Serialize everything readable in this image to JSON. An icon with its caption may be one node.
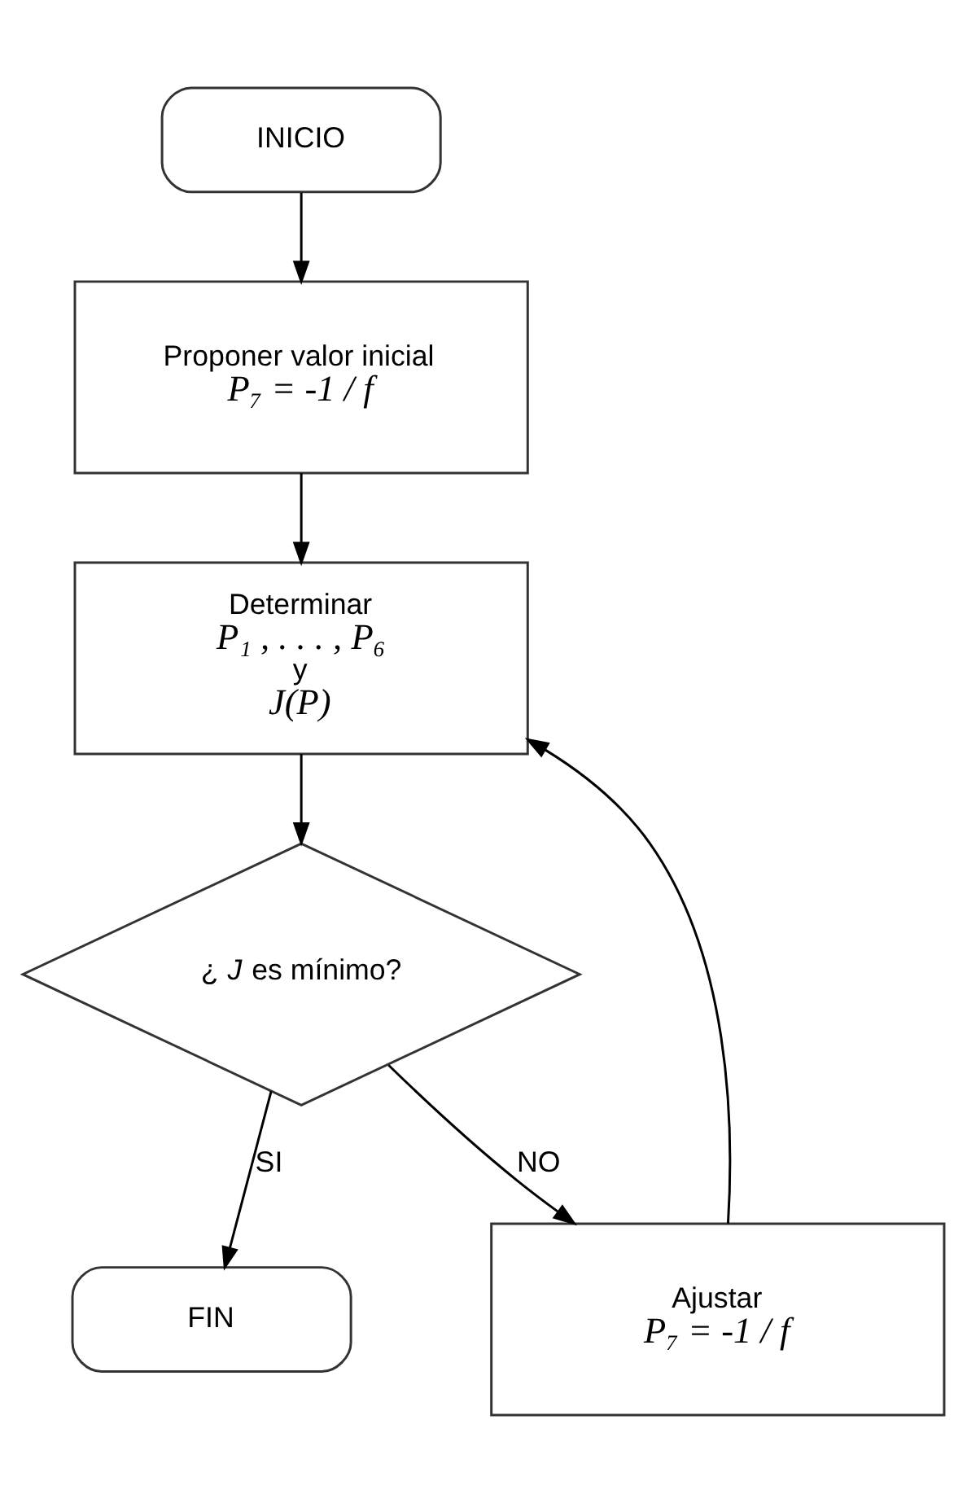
{
  "diagram": {
    "nodes": [
      {
        "text": [
          "INICIO"
        ]
      },
      {
        "text": [
          "Proponer valor inicial",
          "P₇ = -1 / f"
        ]
      },
      {
        "text": [
          "Determinar",
          "P₁ , . . . , P₆",
          "y",
          "J(P)"
        ]
      },
      {
        "text": [
          "¿ *J* es mínimo?"
        ]
      },
      {
        "text": [
          "FIN"
        ]
      },
      {
        "text": [
          "Ajustar",
          "P₇ = -1 / f"
        ]
      }
    ],
    "edges": [
      {
        "from": 0,
        "to": 1,
        "arrow": "to"
      },
      {
        "from": 1,
        "to": 2,
        "arrow": "to"
      },
      {
        "from": 2,
        "to": 3,
        "arrow": "to"
      },
      {
        "from": 3,
        "to": 4,
        "arrow": "to",
        "label": "SI"
      },
      {
        "from": 3,
        "to": 5,
        "arrow": "to",
        "label": "NO"
      },
      {
        "from": 5,
        "to": 2,
        "arrow": "to"
      }
    ]
  }
}
